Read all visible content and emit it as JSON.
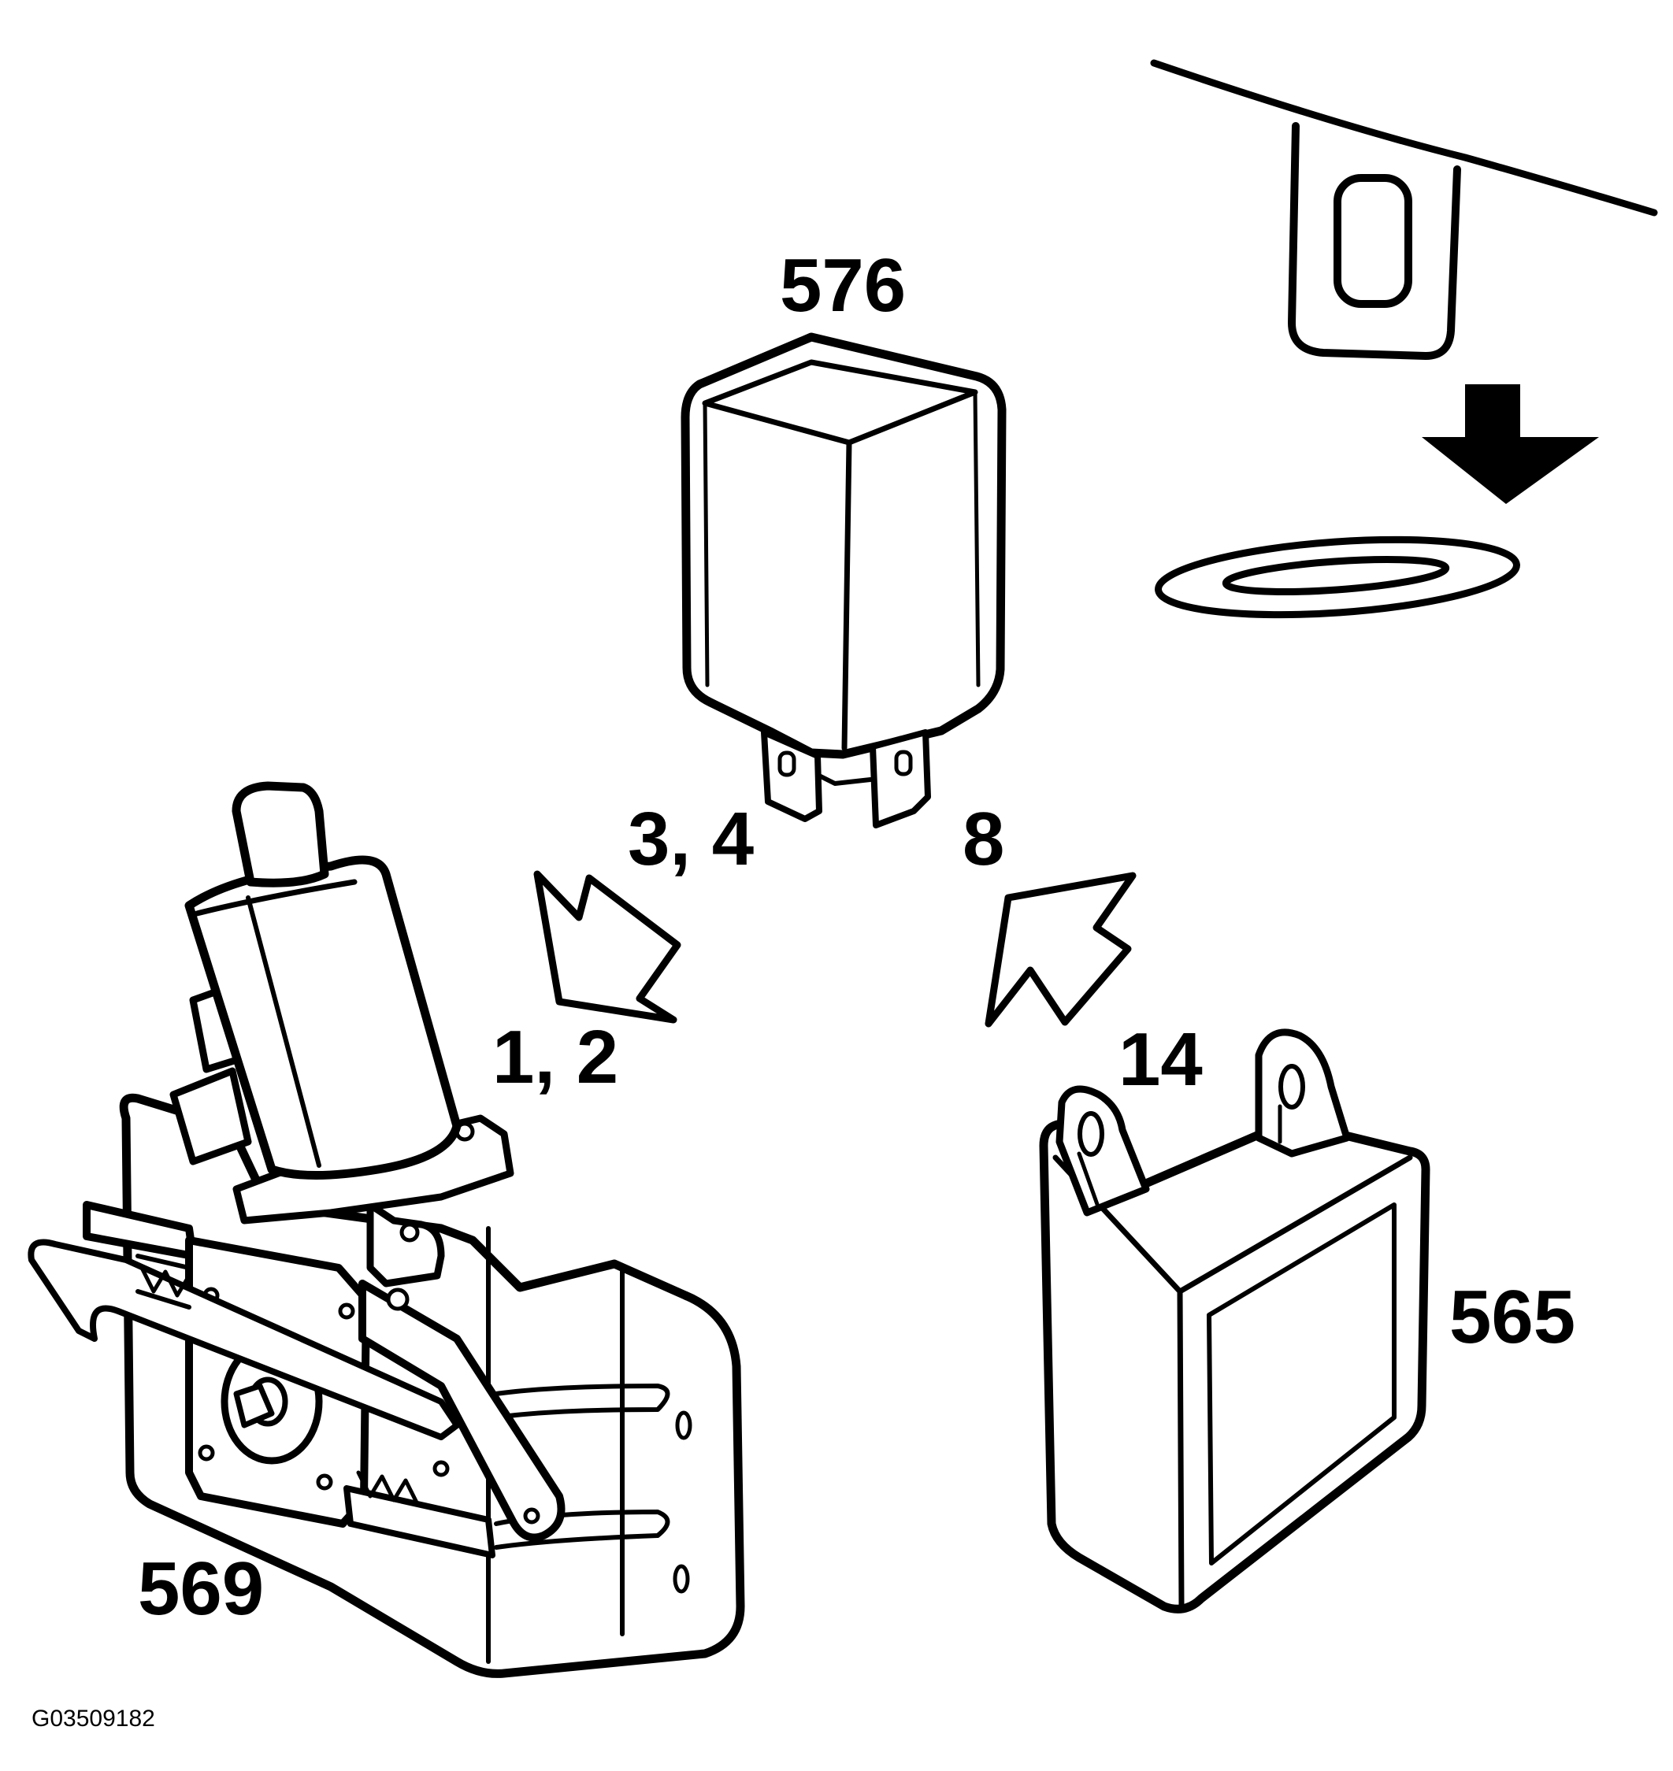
{
  "callouts": {
    "relay": "576",
    "pins_relay_left": "3, 4",
    "pin_relay_right": "8",
    "pins_actuator": "1, 2",
    "pin_module": "14",
    "module": "565",
    "actuator": "569"
  },
  "figure_id": "G03509182",
  "colors": {
    "line": "#000000",
    "background": "#ffffff"
  }
}
